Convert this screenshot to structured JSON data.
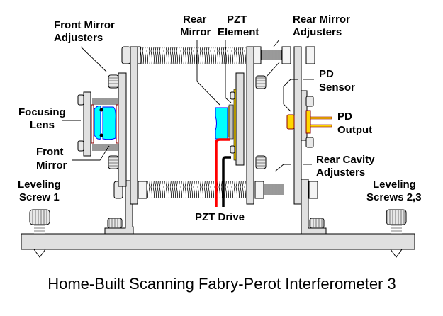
{
  "title": "Home-Built Scanning Fabry-Perot Interferometer 3",
  "labels": {
    "front_mirror_adjusters": [
      "Front Mirror",
      "Adjusters"
    ],
    "rear_mirror": [
      "Rear",
      "Mirror"
    ],
    "pzt_element": [
      "PZT",
      "Element"
    ],
    "rear_mirror_adjusters": [
      "Rear Mirror",
      "Adjusters"
    ],
    "pd_sensor": [
      "PD",
      "Sensor"
    ],
    "pd_output": [
      "PD",
      "Output"
    ],
    "focusing_lens": [
      "Focusing",
      "Lens"
    ],
    "front_mirror": [
      "Front",
      "Mirror"
    ],
    "rear_cavity_adjusters": [
      "Rear Cavity",
      "Adjusters"
    ],
    "leveling_screw_1": [
      "Leveling",
      "Screw 1"
    ],
    "leveling_screws_23": [
      "Leveling",
      "Screws 2,3"
    ],
    "pzt_drive": "PZT Drive"
  },
  "colors": {
    "metal": "#e0e0e0",
    "lens": "#00ffff",
    "lens_outline": "#0000ff",
    "pzt": "#ffd700",
    "pd": "#ffd700",
    "pd_outline": "#8b0000",
    "wire_red": "#ff0000",
    "wire_black": "#000000"
  }
}
